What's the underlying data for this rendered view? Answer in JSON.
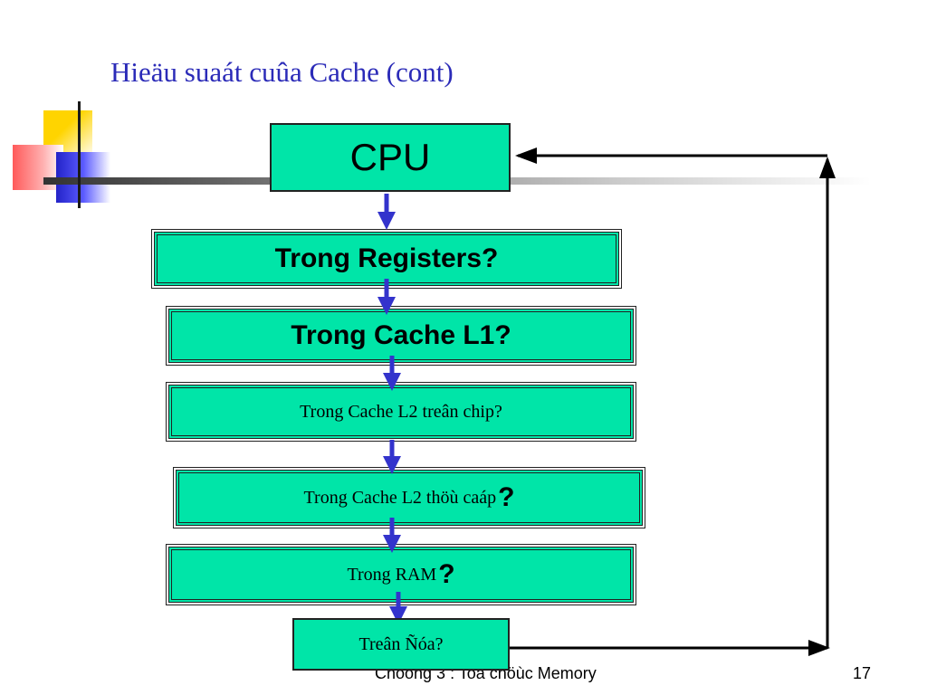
{
  "slide": {
    "title": "Hieäu suaát cuûa Cache (cont)",
    "footer_text": "Chöông 3 : Toå chöùc Memory",
    "page_number": "17"
  },
  "flow": {
    "cpu": "CPU",
    "registers": "Trong Registers?",
    "cache_l1": "Trong Cache L1?",
    "cache_l2_chip": "Trong Cache L2 treân chip?",
    "cache_l2_level": "Trong Cache L2 thöù caáp",
    "ram": "Trong RAM",
    "disk": "Treân Ñóa?",
    "question_mark": "?"
  },
  "colors": {
    "box_fill": "#00e5a8",
    "arrow_blue": "#3333cc",
    "title_blue": "#2b2bb8"
  }
}
